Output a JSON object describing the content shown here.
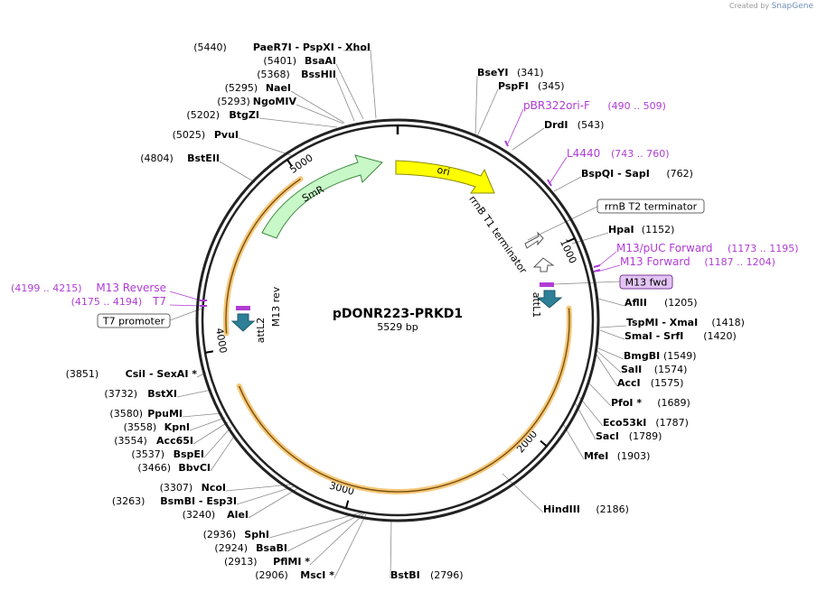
{
  "branding": {
    "prefix": "Created by",
    "product": "SnapGene"
  },
  "plasmid": {
    "name": "pDONR223-PRKD1",
    "size_label": "5529 bp",
    "total_bp": 5529
  },
  "colors": {
    "backbone": "#222222",
    "leader": "#8c8c8c",
    "primer": "#b13cd6",
    "smr": "#c8f7c8",
    "smr_edge": "#3d8a3d",
    "ori": "#ffff00",
    "ori_edge": "#8a8a00",
    "att": "#2c7f97",
    "highlight": "#f5c87a",
    "highlight_dark": "#7a5010",
    "hatch_frame": "#f2e2ff"
  },
  "ticks": [
    {
      "label": "1000",
      "bp": 1000
    },
    {
      "label": "2000",
      "bp": 2000
    },
    {
      "label": "3000",
      "bp": 3000
    },
    {
      "label": "4000",
      "bp": 4000
    },
    {
      "label": "5000",
      "bp": 5000
    }
  ],
  "features": [
    {
      "name": "ori",
      "type": "ori",
      "start": 0,
      "end": 600
    },
    {
      "name": "SmR",
      "type": "smr",
      "start": 4220,
      "end": 5260
    },
    {
      "name": "rrnB T1 terminator",
      "type": "terminator_label"
    },
    {
      "name": "attL1",
      "type": "att"
    },
    {
      "name": "attL2",
      "type": "att"
    },
    {
      "name": "M13 rev",
      "type": "primer_label"
    }
  ],
  "highlight_arcs": [
    {
      "start": 1320,
      "end": 3800
    },
    {
      "start": 4080,
      "end": 5000
    }
  ],
  "sites_left": [
    {
      "label": "PaeR7I - PspXI - XhoI",
      "name": "PaeR7I",
      "pos": "(5440)"
    },
    {
      "label": "BsaAI",
      "pos": "(5401)"
    },
    {
      "label": "BssHII",
      "pos": "(5368)"
    },
    {
      "label": "NaeI",
      "pos": "(5295)"
    },
    {
      "label": "NgoMIV",
      "pos": "(5293)"
    },
    {
      "label": "BtgZI",
      "pos": "(5202)"
    },
    {
      "label": "PvuI",
      "pos": "(5025)"
    },
    {
      "label": "BstEII",
      "pos": "(4804)"
    },
    {
      "label": "CsiI - SexAI *",
      "pos": "(3851)"
    },
    {
      "label": "BstXI",
      "pos": "(3732)"
    },
    {
      "label": "PpuMI",
      "pos": "(3580)"
    },
    {
      "label": "KpnI",
      "pos": "(3558)"
    },
    {
      "label": "Acc65I",
      "pos": "(3554)"
    },
    {
      "label": "BspEI",
      "pos": "(3537)"
    },
    {
      "label": "BbvCI",
      "pos": "(3466)"
    },
    {
      "label": "NcoI",
      "pos": "(3307)"
    },
    {
      "label": "BsmBI - Esp3I",
      "pos": "(3263)"
    },
    {
      "label": "AleI",
      "pos": "(3240)"
    },
    {
      "label": "SphI",
      "pos": "(2936)"
    },
    {
      "label": "BsaBI",
      "pos": "(2924)"
    },
    {
      "label": "PflMI *",
      "pos": "(2913)"
    },
    {
      "label": "MscI *",
      "pos": "(2906)"
    }
  ],
  "sites_right": [
    {
      "label": "BseYI",
      "pos": "(341)"
    },
    {
      "label": "PspFI",
      "pos": "(345)"
    },
    {
      "label": "DrdI",
      "pos": "(543)"
    },
    {
      "label": "BspQI - SapI",
      "pos": "(762)"
    },
    {
      "label": "HpaI",
      "pos": "(1152)"
    },
    {
      "label": "AflII",
      "pos": "(1205)"
    },
    {
      "label": "TspMI - XmaI",
      "pos": "(1418)"
    },
    {
      "label": "SmaI - SrfI",
      "pos": "(1420)"
    },
    {
      "label": "BmgBI",
      "pos": "(1549)"
    },
    {
      "label": "SalI",
      "pos": "(1574)"
    },
    {
      "label": "AccI",
      "pos": "(1575)"
    },
    {
      "label": "PfoI *",
      "pos": "(1689)"
    },
    {
      "label": "Eco53kI",
      "pos": "(1787)"
    },
    {
      "label": "SacI",
      "pos": "(1789)"
    },
    {
      "label": "MfeI",
      "pos": "(1903)"
    },
    {
      "label": "HindIII",
      "pos": "(2186)"
    },
    {
      "label": "BstBI",
      "pos": "(2796)"
    }
  ],
  "primers": [
    {
      "label": "pBR322ori-F",
      "range": "(490 .. 509)"
    },
    {
      "label": "L4440",
      "range": "(743 .. 760)"
    },
    {
      "label": "M13/pUC Forward",
      "range": "(1173 .. 1195)"
    },
    {
      "label": "M13 Forward",
      "range": "(1187 .. 1204)"
    },
    {
      "label": "M13 Reverse",
      "range": "(4199 .. 4215)"
    },
    {
      "label": "T7",
      "range": "(4175 .. 4194)"
    }
  ],
  "boxed_labels": [
    {
      "label": "rrnB T2 terminator",
      "style": "outline"
    },
    {
      "label": "M13 fwd",
      "style": "purple"
    },
    {
      "label": "T7 promoter",
      "style": "outline"
    }
  ]
}
